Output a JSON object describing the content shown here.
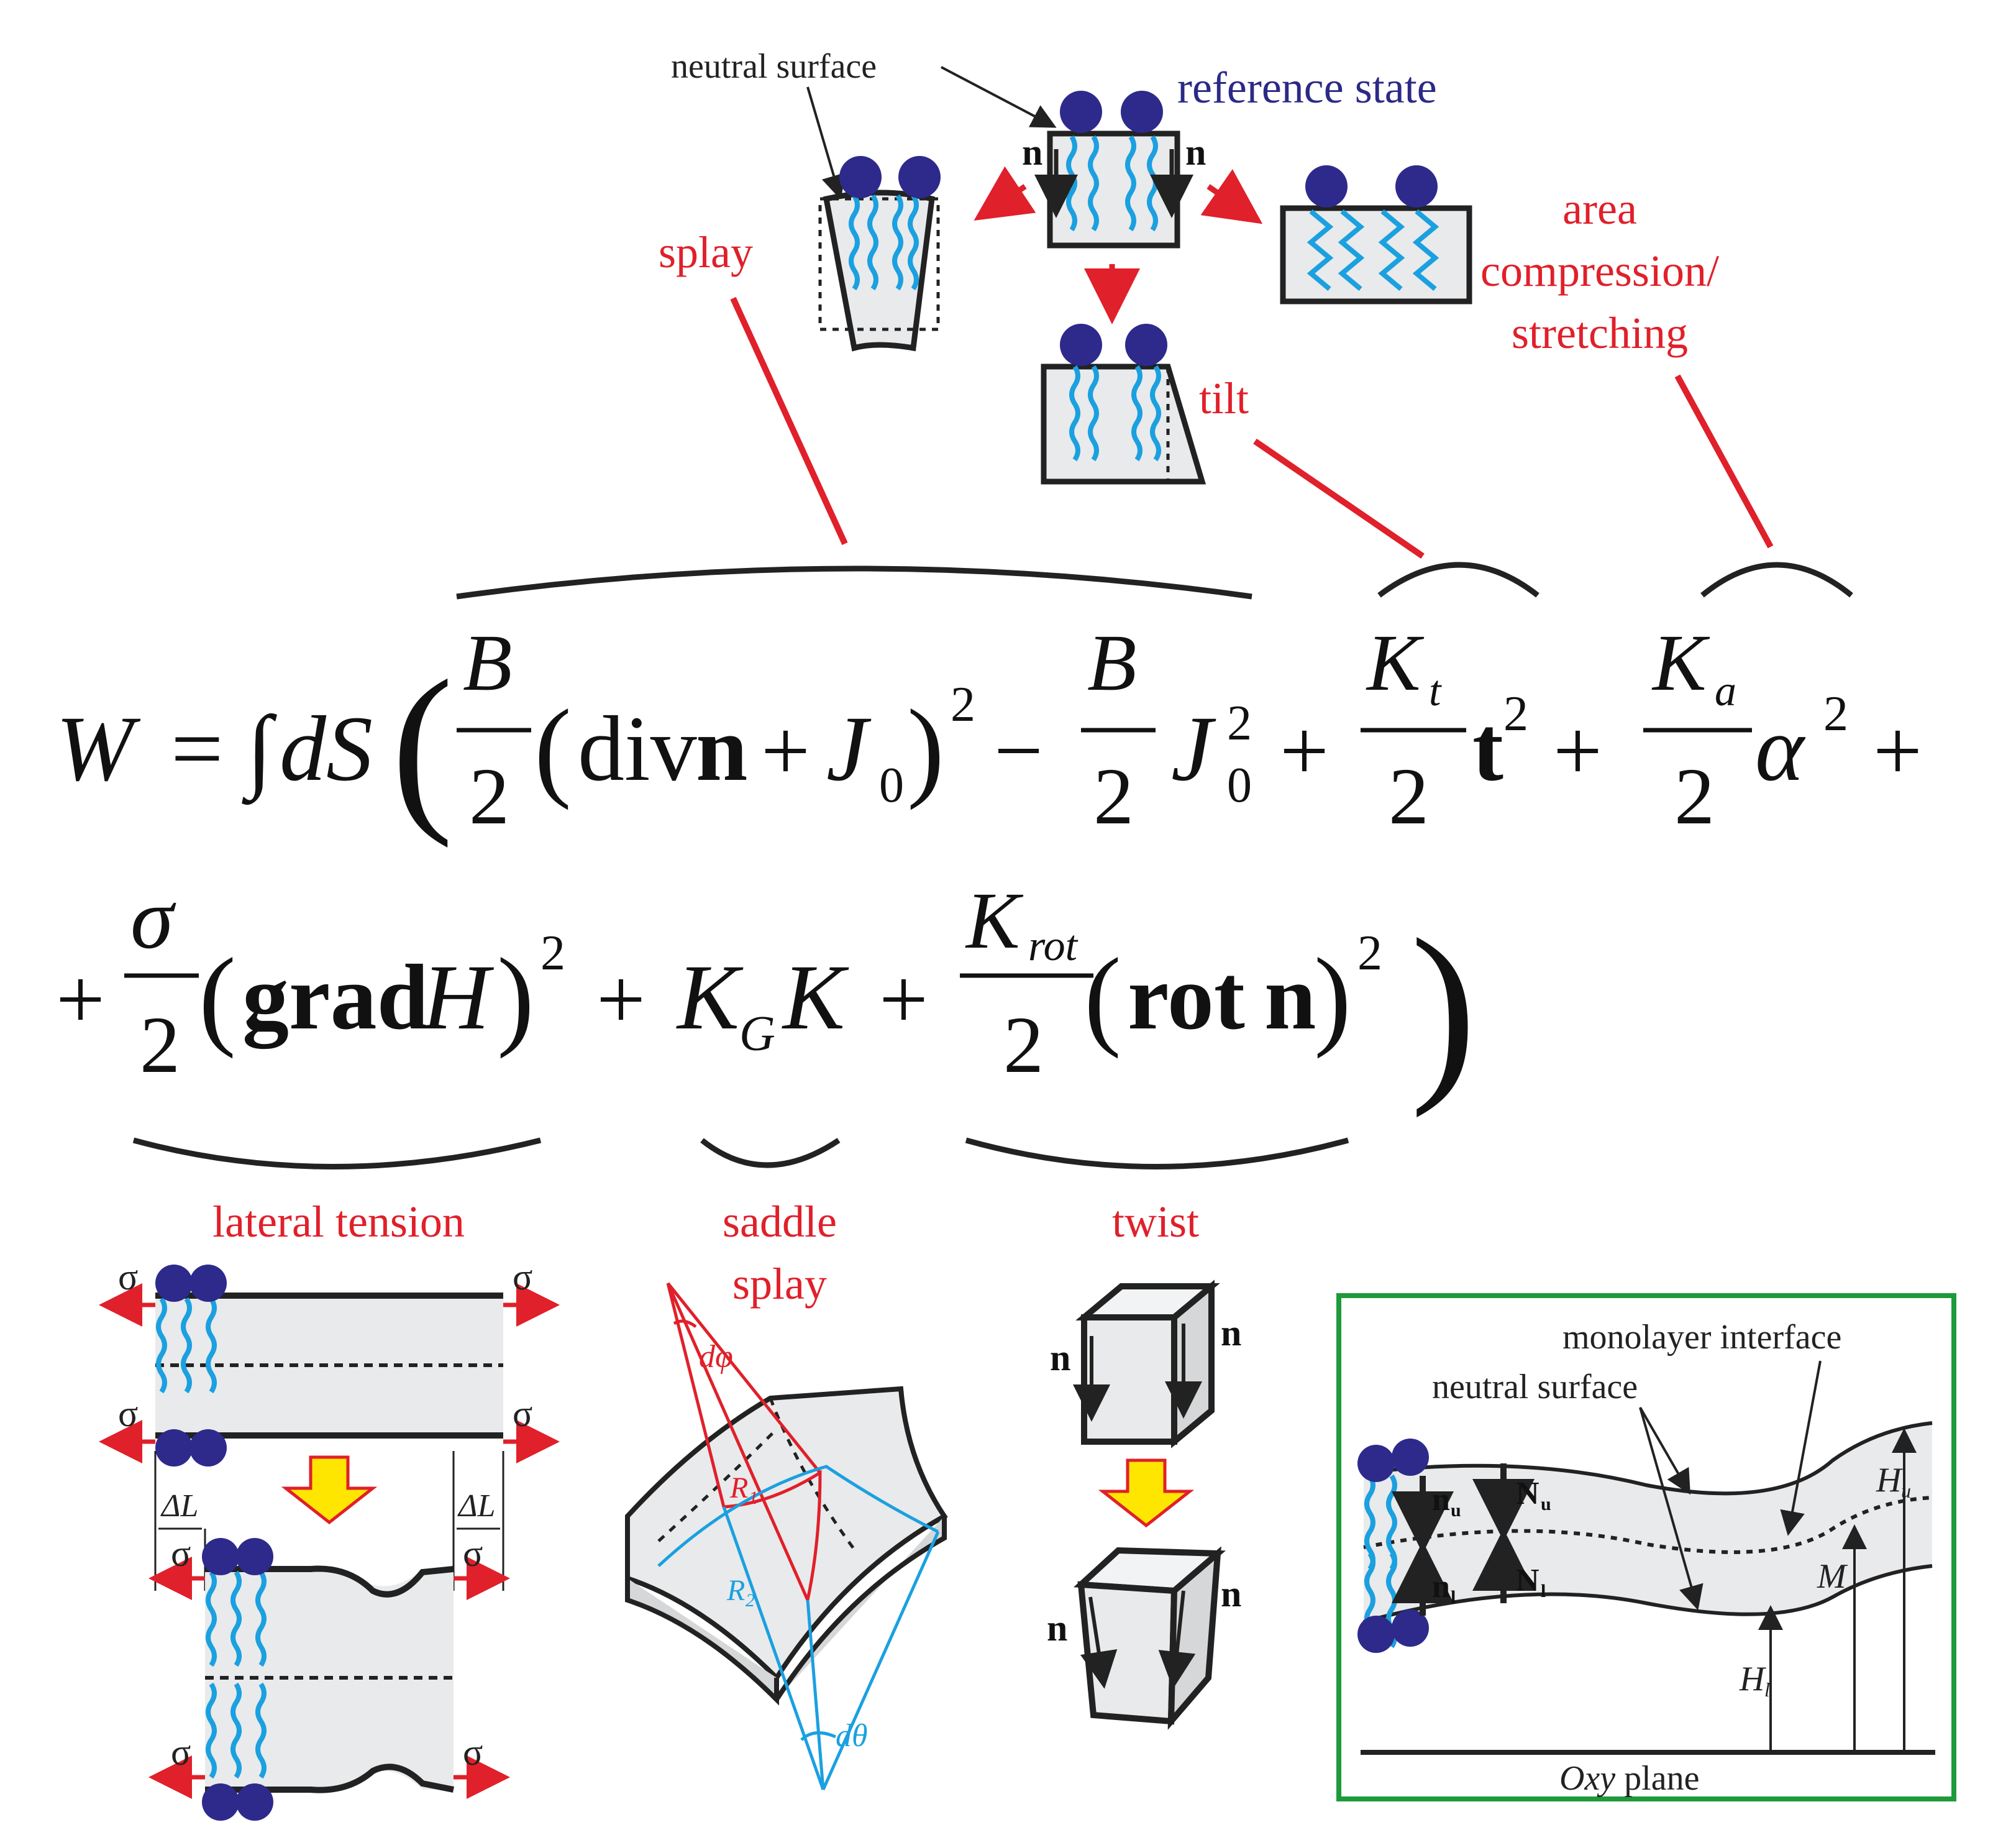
{
  "top": {
    "neutral_surface": "neutral surface",
    "reference_state": "reference state",
    "splay": "splay",
    "tilt": "tilt",
    "area_line1": "area",
    "area_line2": "compression/",
    "area_line3": "stretching",
    "n": "n"
  },
  "equation": {
    "W": "W",
    "eq_int": "= ∫",
    "dS": "dS",
    "B": "B",
    "two": "2",
    "div": "div",
    "n": "n",
    "plus": "+",
    "minus": "−",
    "J": "J",
    "sub0": "0",
    "sup2": "2",
    "K": "K",
    "sub_t": "t",
    "t": "t",
    "sub_a": "a",
    "alpha": "α",
    "sigma": "σ",
    "grad": "grad",
    "H": "H",
    "sub_G": "G",
    "sub_rot": "rot",
    "rot": "rot",
    "open_paren": "(",
    "close_paren": ")"
  },
  "bottom": {
    "lateral_tension": "lateral tension",
    "saddle_line1": "saddle",
    "saddle_line2": "splay",
    "twist": "twist",
    "sigma": "σ",
    "delta_L": "ΔL",
    "dphi": "dφ",
    "dtheta": "dθ",
    "R1": "R",
    "R1_sub": "1",
    "R2": "R",
    "R2_sub": "2",
    "n": "n"
  },
  "inset": {
    "monolayer_interface": "monolayer interface",
    "neutral_surface": "neutral surface",
    "n_u": "n",
    "n_u_sub": "u",
    "N_u": "N",
    "N_u_sub": "u",
    "n_l": "n",
    "n_l_sub": "l",
    "N_l": "N",
    "N_l_sub": "l",
    "H_u": "H",
    "H_u_sub": "u",
    "M": "M",
    "H_l": "H",
    "H_l_sub": "l",
    "Oxy": "Oxy",
    "plane": " plane"
  },
  "colors": {
    "red": "#e0202a",
    "blue_label": "#2b2a86",
    "head": "#2d2a8c",
    "tail": "#1ba0e0",
    "body_fill": "#e9eaeb",
    "frame_green": "#1f9a3a",
    "yellow": "#ffe600"
  }
}
